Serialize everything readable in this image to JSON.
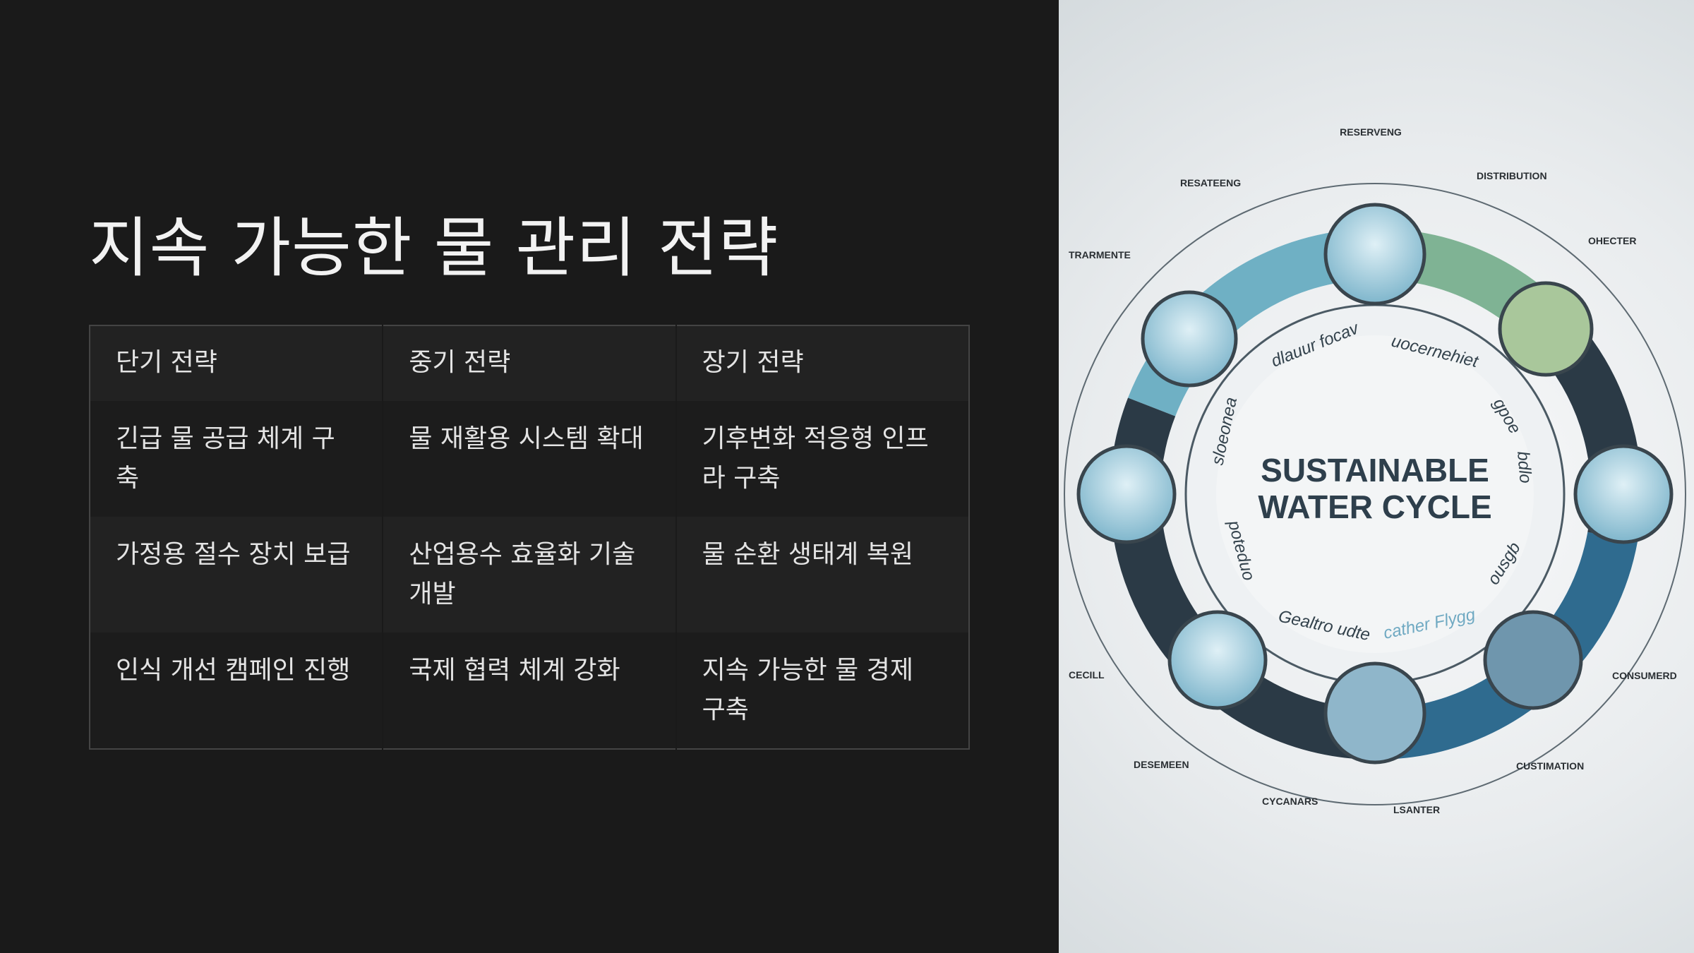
{
  "slide": {
    "title": "지속 가능한 물 관리 전략"
  },
  "table": {
    "headers": [
      "단기 전략",
      "중기 전략",
      "장기 전략"
    ],
    "rows": [
      [
        "긴급 물 공급 체계 구축",
        "물 재활용 시스템 확대",
        "기후변화 적응형 인프라 구축"
      ],
      [
        "가정용 절수 장치 보급",
        "산업용수 효율화 기술 개발",
        "물 순환 생태계 복원"
      ],
      [
        "인식 개선 캠페인 진행",
        "국제 협력 체계 강화",
        "지속 가능한 물 경제 구축"
      ]
    ]
  },
  "infographic": {
    "center_title_line1": "SUSTAINABLE",
    "center_title_line2": "WATER CYCLE",
    "ring_texts": [
      "dlauur focav",
      "uocernehiet",
      "gpoe",
      "bdlo",
      "poteduo",
      "ousgb",
      "Gealtro udte",
      "cather Flygg",
      "sloeonea"
    ],
    "stage_labels": [
      "RESERVENG",
      "DISTRIBUTION",
      "OHECTER",
      "CONSUMERD",
      "CUSTIMATION",
      "LSANTER",
      "CYCANARS",
      "DESEMEEN",
      "CECILL",
      "TRARMENTE",
      "RESATEENG"
    ],
    "colors": {
      "teal": "#6fb0c4",
      "green": "#7fb394",
      "dark": "#2b3a46",
      "blue": "#2f6b8f"
    }
  }
}
